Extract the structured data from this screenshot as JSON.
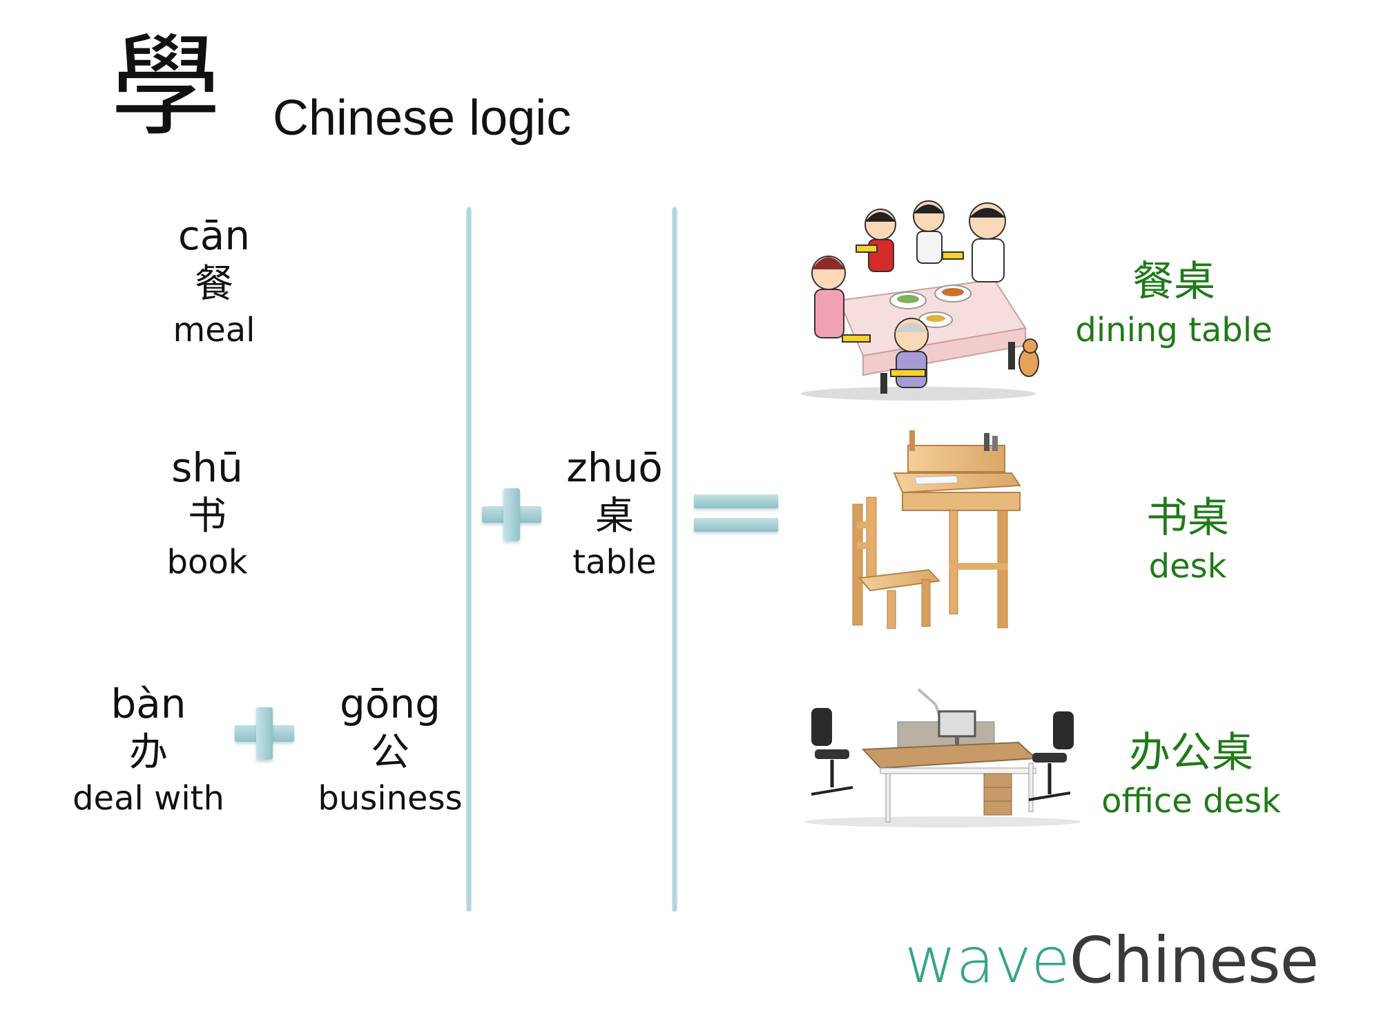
{
  "header": {
    "seal_char": "學",
    "title": "Chinese logic"
  },
  "left_words": [
    {
      "pinyin": "cān",
      "hanzi": "餐",
      "english": "meal"
    },
    {
      "pinyin": "shū",
      "hanzi": "书",
      "english": "book"
    },
    {
      "pinyin": "bàn",
      "hanzi": "办",
      "english": "deal with"
    },
    {
      "pinyin": "gōng",
      "hanzi": "公",
      "english": "business"
    }
  ],
  "middle_word": {
    "pinyin": "zhuō",
    "hanzi": "桌",
    "english": "table"
  },
  "results": [
    {
      "hanzi": "餐桌",
      "english": "dining table",
      "image": "family-dining-illustration"
    },
    {
      "hanzi": "书桌",
      "english": "desk",
      "image": "wooden-study-desk-chair"
    },
    {
      "hanzi": "办公桌",
      "english": "office desk",
      "image": "office-workstation-chairs"
    }
  ],
  "symbols": {
    "plus": "plus-icon",
    "equals": "equals-icon"
  },
  "brand": {
    "part1": "wave",
    "part2": "Chinese"
  },
  "colors": {
    "result_text": "#1f7a17",
    "symbol": "#9cc9cf",
    "brand_accent": "#34a58a",
    "brand_dark": "#3a3a3a"
  }
}
